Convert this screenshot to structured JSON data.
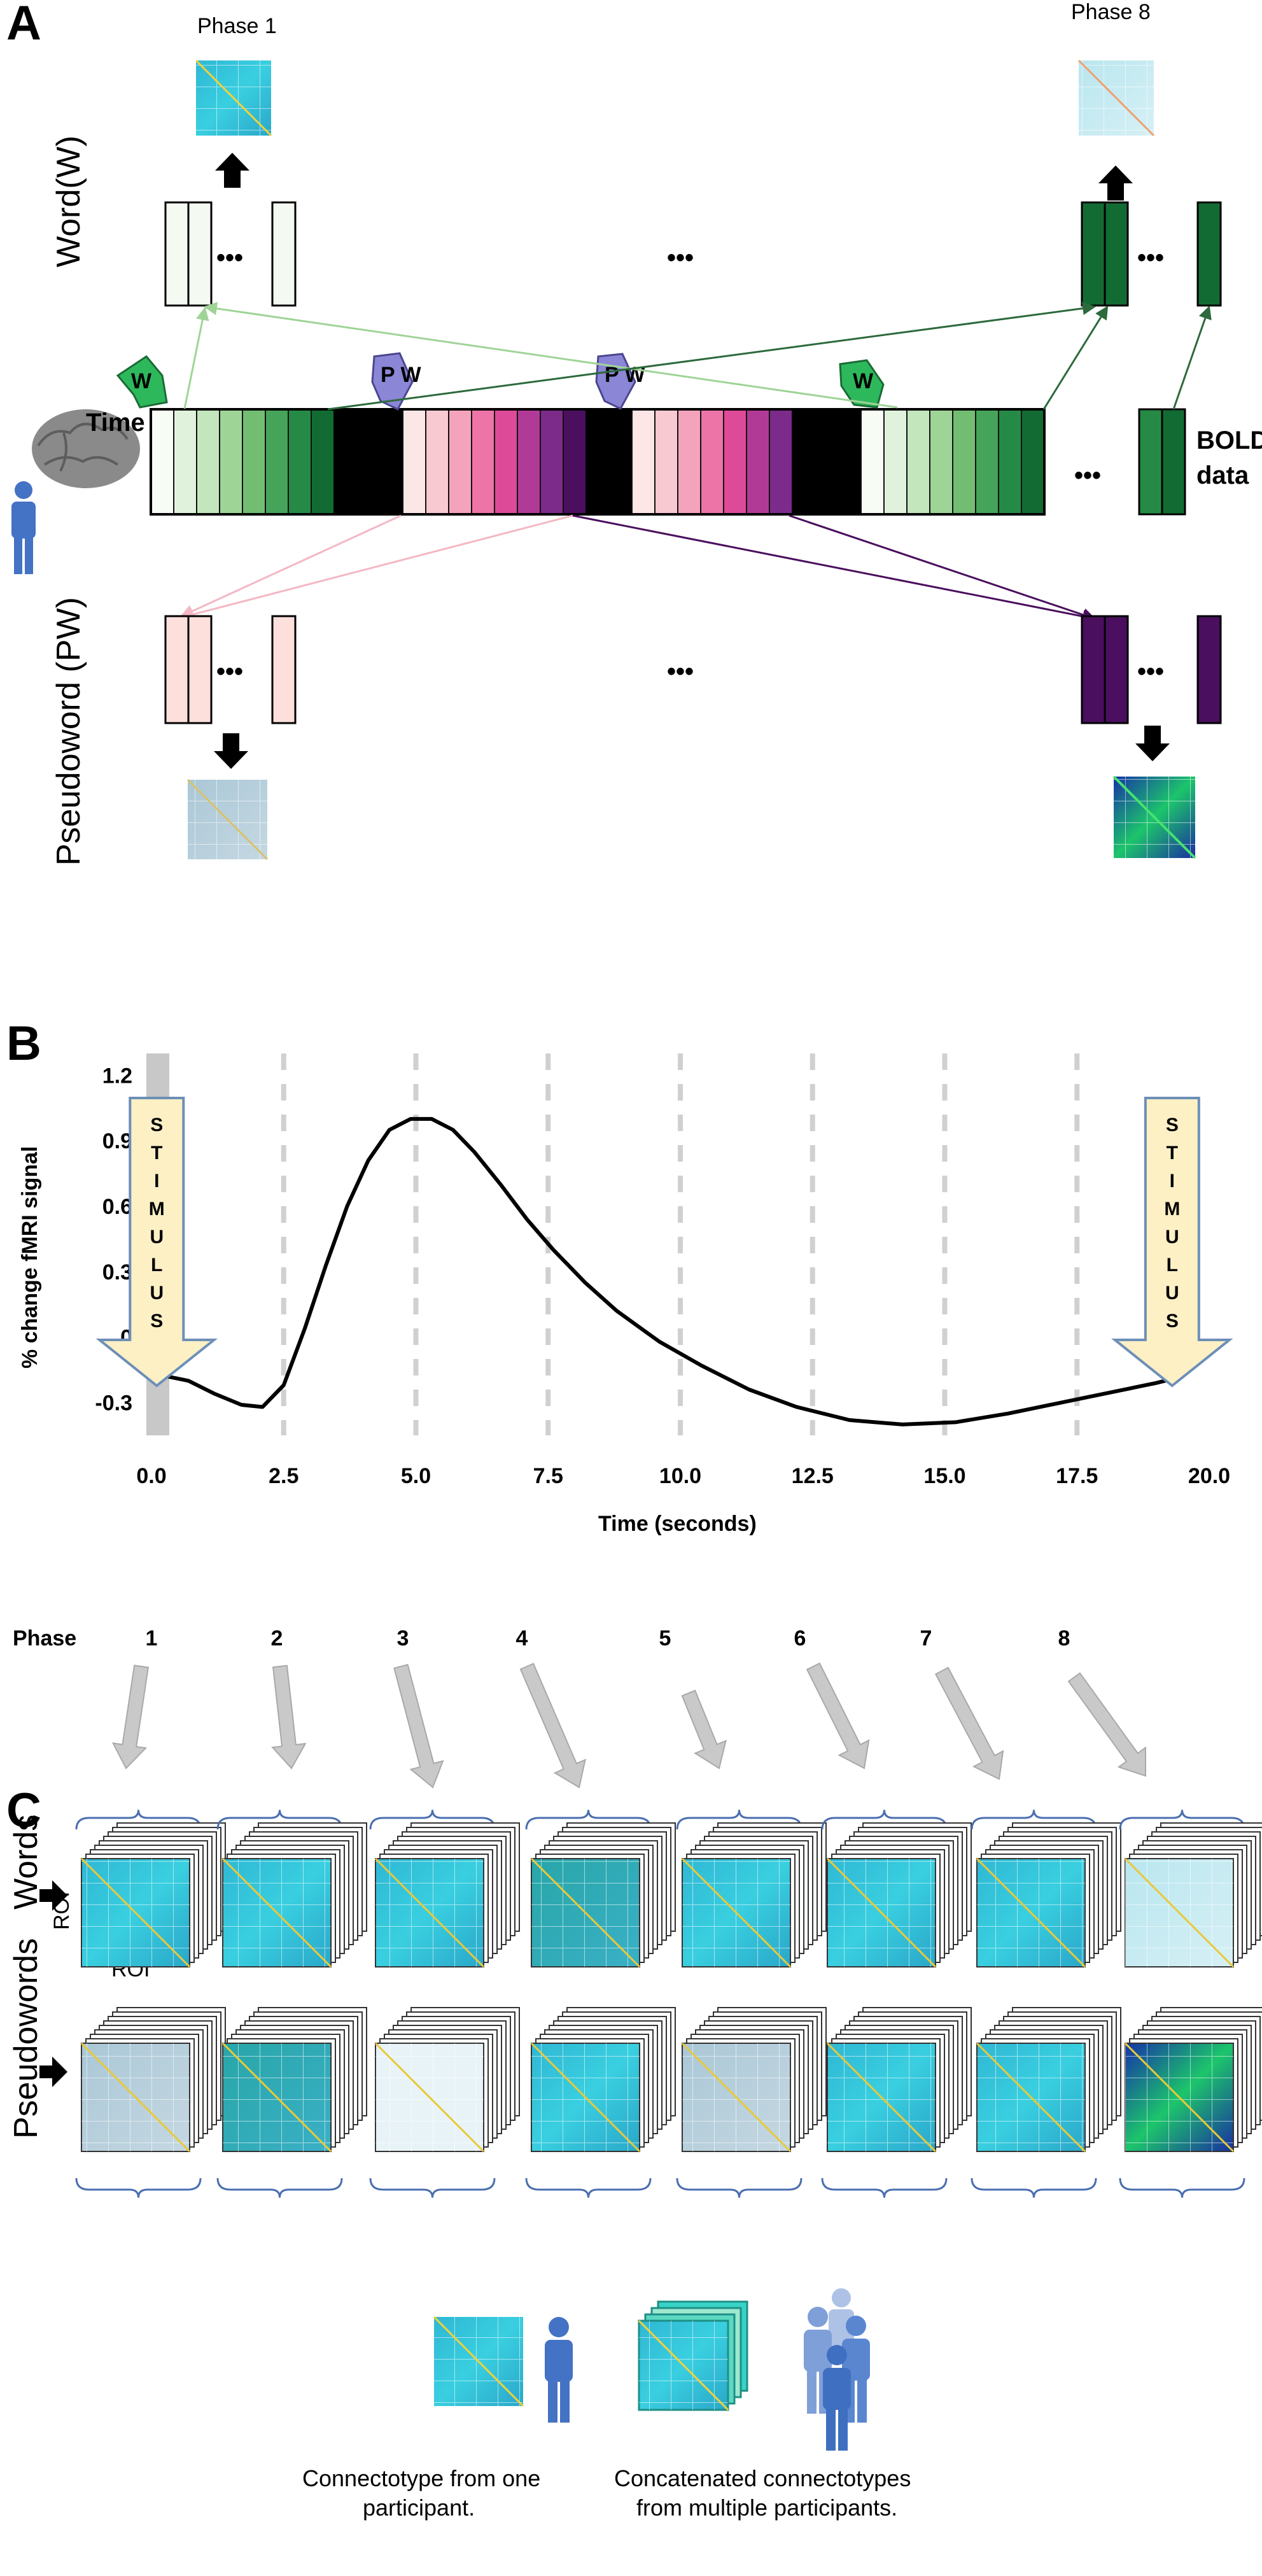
{
  "panelA": {
    "letter": "A",
    "phase_first": "Phase 1",
    "phase_last": "Phase 8",
    "word_label": "Word(W)",
    "pseudoword_label": "Pseudoword (PW)",
    "time_label": "Time",
    "bold_line1": "BOLD",
    "bold_line2": "data",
    "dots": "•••",
    "cue_w": "W",
    "cue_pw": "P W",
    "colors": {
      "word_shades": [
        "#f7fcf5",
        "#e0f2dc",
        "#c4e6bd",
        "#9fd497",
        "#72bd72",
        "#45a35a",
        "#258a46",
        "#136b34"
      ],
      "pw_shades": [
        "#fde6e6",
        "#f9c9d2",
        "#f4a3bd",
        "#ec74a7",
        "#dc4a98",
        "#b13a97",
        "#7c2b8b",
        "#4a0f5e"
      ],
      "cue_green": "#2eb85c",
      "cue_purple": "#8c86d6"
    }
  },
  "panelB": {
    "letter": "B",
    "stimulus_letters": [
      "S",
      "T",
      "I",
      "M",
      "U",
      "L",
      "U",
      "S"
    ],
    "chart_data": {
      "type": "line",
      "title": "",
      "xlabel": "Time (seconds)",
      "ylabel": "% change fMRI signal",
      "xlim": [
        0,
        20
      ],
      "ylim": [
        -0.45,
        1.3
      ],
      "xticks": [
        "0.0",
        "2.5",
        "5.0",
        "7.5",
        "10.0",
        "12.5",
        "15.0",
        "17.5",
        "20.0"
      ],
      "yticks": [
        "1.2",
        "0.9",
        "0.6",
        "0.3",
        "0",
        "-0.3"
      ],
      "dashed_gridlines_x": [
        2.5,
        5.0,
        7.5,
        10.0,
        12.5,
        15.0,
        17.5
      ],
      "stimulus_bar_x": 0.0,
      "series": [
        {
          "x": [
            0.0,
            0.3,
            0.7,
            1.2,
            1.7,
            2.1,
            2.5,
            2.9,
            3.3,
            3.7,
            4.1,
            4.5,
            4.9,
            5.3,
            5.7,
            6.1,
            6.6,
            7.1,
            7.6,
            8.2,
            8.8,
            9.6,
            10.4,
            11.3,
            12.2,
            13.2,
            14.2,
            15.2,
            16.2,
            17.2,
            18.2,
            19.0,
            19.5
          ],
          "y": [
            -0.18,
            -0.18,
            -0.2,
            -0.26,
            -0.31,
            -0.32,
            -0.22,
            0.04,
            0.33,
            0.6,
            0.81,
            0.95,
            1.0,
            1.0,
            0.95,
            0.85,
            0.7,
            0.54,
            0.4,
            0.25,
            0.12,
            -0.02,
            -0.13,
            -0.24,
            -0.32,
            -0.38,
            -0.4,
            -0.39,
            -0.35,
            -0.3,
            -0.25,
            -0.21,
            -0.18
          ]
        }
      ]
    }
  },
  "phases": {
    "label": "Phase",
    "numbers": [
      "1",
      "2",
      "3",
      "4",
      "5",
      "6",
      "7",
      "8"
    ]
  },
  "panelC": {
    "letter": "C",
    "words_label": "Words",
    "pseudowords_label": "Pseudowords",
    "roi_label": "ROI",
    "roi_label_2": "ROI"
  },
  "legend": {
    "single_caption_1": "Connectotype from one",
    "single_caption_2": "participant.",
    "multi_caption_1": "Concatenated connectotypes",
    "multi_caption_2": "from multiple participants.",
    "person_color": "#4472c4"
  }
}
